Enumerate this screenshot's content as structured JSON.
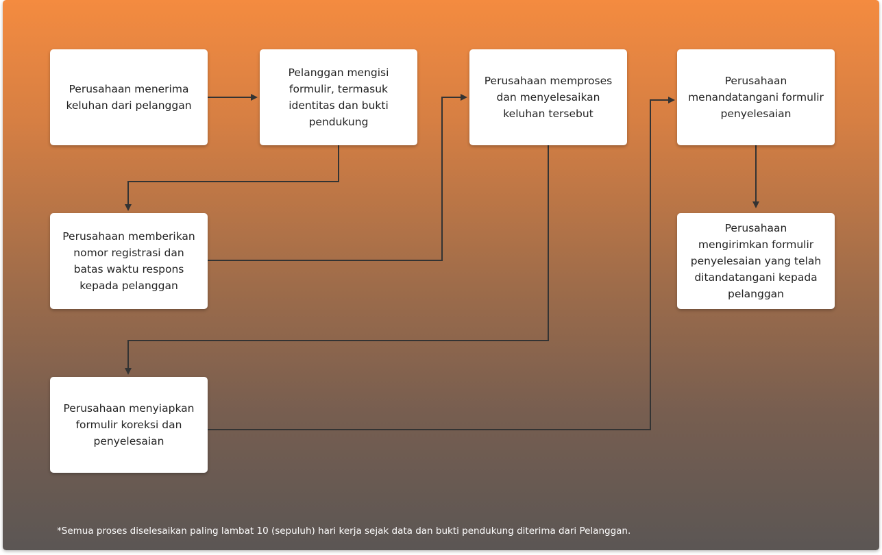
{
  "diagram": {
    "steps": [
      {
        "id": "s1",
        "text": "Perusahaan menerima keluhan dari pelanggan"
      },
      {
        "id": "s2",
        "text": "Pelanggan mengisi formulir, termasuk identitas dan bukti pendukung"
      },
      {
        "id": "s3",
        "text": "Perusahaan memberikan nomor registrasi dan batas waktu respons kepada pelanggan"
      },
      {
        "id": "s4",
        "text": "Perusahaan memproses dan menyelesaikan keluhan tersebut"
      },
      {
        "id": "s5",
        "text": "Perusahaan menyiapkan formulir koreksi dan penyelesaian"
      },
      {
        "id": "s6",
        "text": "Perusahaan menandatangani formulir penyelesaian"
      },
      {
        "id": "s7",
        "text": "Perusahaan mengirimkan formulir penyelesaian yang telah ditandatangani kepada pelanggan"
      }
    ],
    "footnote": "*Semua proses diselesaikan paling lambat 10 (sepuluh) hari kerja sejak data dan bukti pendukung diterima dari Pelanggan."
  },
  "colors": {
    "gradient_top": "#f48b40",
    "gradient_bottom": "#5b5654",
    "box_fill": "#ffffff",
    "connector": "#333333",
    "footnote_text": "#ffffff"
  }
}
